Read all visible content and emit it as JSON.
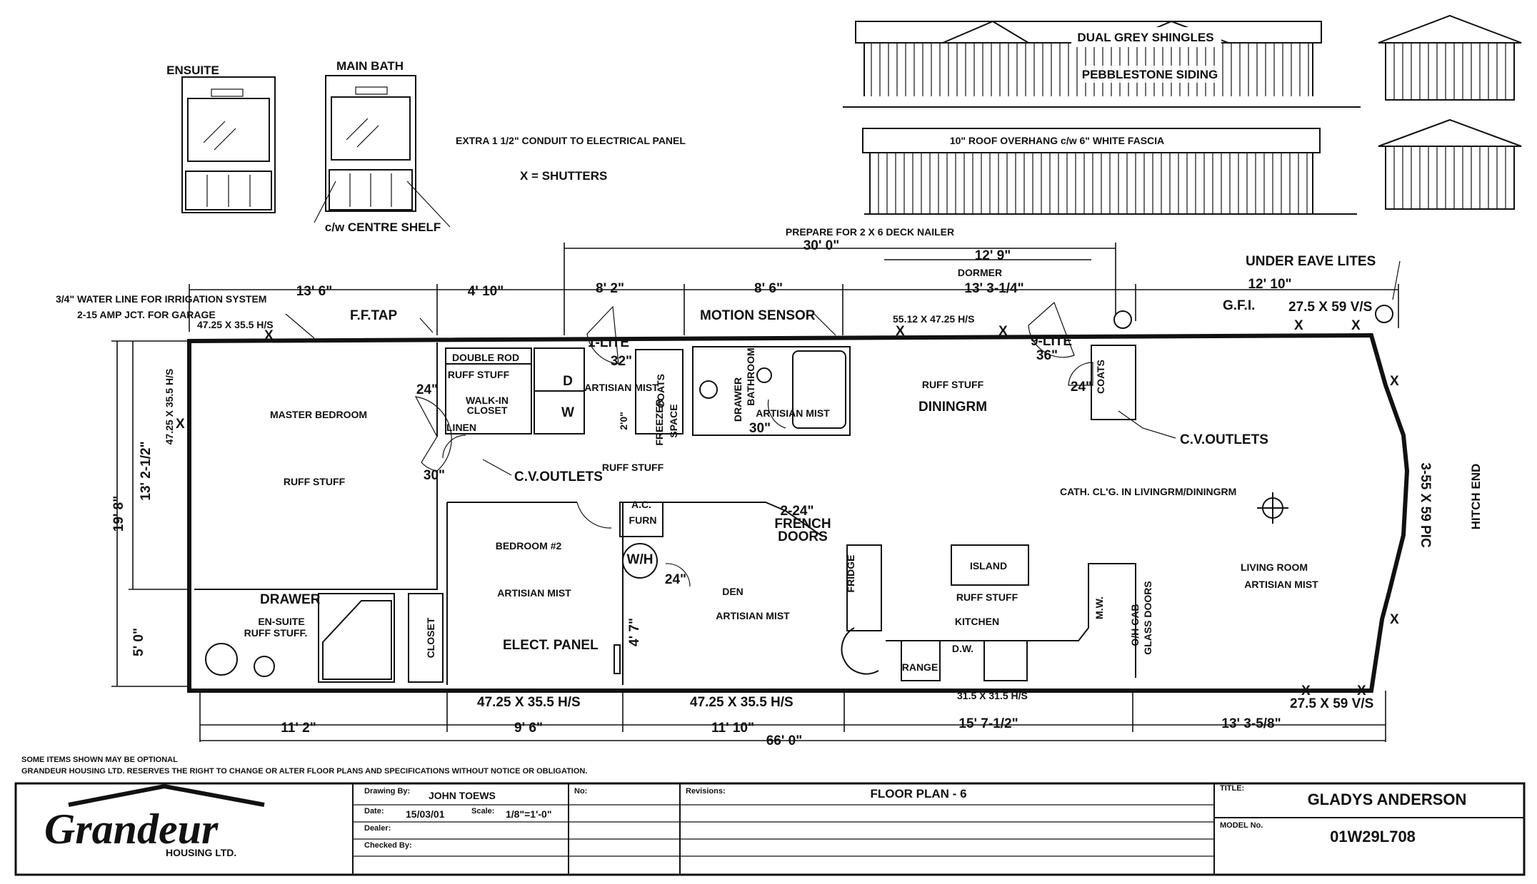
{
  "vanities": {
    "ensuite": "ENSUITE",
    "main_bath": "MAIN BATH",
    "centre_shelf": "c/w CENTRE SHELF"
  },
  "notes": {
    "conduit": "EXTRA 1 1/2\" CONDUIT TO ELECTRICAL PANEL",
    "shutters": "X = SHUTTERS",
    "deck_nailer": "PREPARE FOR 2 X 6 DECK NAILER",
    "water_line": "3/4\" WATER LINE FOR IRRIGATION SYSTEM",
    "garage_jct": "2-15 AMP JCT. FOR GARAGE",
    "ff_tap": "F.F.TAP",
    "motion_sensor": "MOTION SENSOR",
    "under_eave": "UNDER EAVE LITES",
    "gfi": "G.F.I.",
    "hitch_end": "HITCH END",
    "optional": "SOME ITEMS SHOWN MAY BE OPTIONAL",
    "disclaimer": "GRANDEUR HOUSING LTD. RESERVES THE RIGHT TO CHANGE OR ALTER FLOOR PLANS AND SPECIFICATIONS WITHOUT NOTICE OR OBLIGATION."
  },
  "elevations": {
    "shingles": "DUAL GREY SHINGLES",
    "siding": "PEBBLESTONE SIDING",
    "overhang": "10\" ROOF OVERHANG c/w 6\" WHITE FASCIA"
  },
  "dimensions": {
    "top_overall": "30' 0\"",
    "top_13_6": "13' 6\"",
    "top_4_10": "4' 10\"",
    "top_8_2": "8' 2\"",
    "top_8_6": "8' 6\"",
    "top_12_9": "12' 9\"",
    "dormer": "DORMER",
    "top_13_3": "13' 3-1/4\"",
    "top_12_10": "12' 10\"",
    "left_19_8": "19' 8\"",
    "left_13_2": "13' 2-1/2\"",
    "left_5_0": "5' 0\"",
    "bot_11_2": "11' 2\"",
    "bot_9_6": "9' 6\"",
    "bot_11_10": "11' 10\"",
    "bot_15_7": "15' 7-1/2\"",
    "bot_13_3": "13' 3-5/8\"",
    "bot_overall": "66' 0\""
  },
  "windows": {
    "w_top_left": "47.25 X 35.5 H/S",
    "w_left_side": "47.25 X 35.5 H/S",
    "w_dining": "55.12 X 47.25 H/S",
    "w_living_top": "27.5 X 59 V/S",
    "w_hitch": "3-55 X 59 PIC",
    "w_bed2": "47.25 X 35.5 H/S",
    "w_den": "47.25 X 35.5 H/S",
    "w_kitchen": "31.5 X 31.5 H/S",
    "w_living_bot": "27.5 X 59 V/S"
  },
  "rooms": {
    "master": "MASTER BEDROOM",
    "master_finish": "RUFF STUFF",
    "double_rod": "DOUBLE ROD",
    "walkin_finish": "RUFF STUFF",
    "walkin": "WALK-IN",
    "closet": "CLOSET",
    "linen": "LINEN",
    "d": "D",
    "w": "W",
    "lite1": "1-LITE",
    "lite1_size": "32\"",
    "artisian_hall": "ARTISIAN MIST",
    "freezer": "FREEZER",
    "space": "SPACE",
    "coats1": "COATS",
    "size_2_0": "2'0\"",
    "drawer_bath": "DRAWER",
    "bathroom": "BATHROOM",
    "bath_finish": "ARTISIAN MIST",
    "bath_door": "30\"",
    "lite9": "9-LITE",
    "lite9_size": "36\"",
    "coats2": "COATS",
    "coats2_door": "24\"",
    "dining_finish": "RUFF STUFF",
    "dining": "DININGRM",
    "cv_outlets_right": "C.V.OUTLETS",
    "cath_clg": "CATH. CL'G. IN LIVINGRM/DININGRM",
    "hall_door": "30\"",
    "cv_outlets_hall": "C.V.OUTLETS",
    "hall_finish": "RUFF STUFF",
    "closet_door": "24\"",
    "ac": "A.C.",
    "furn": "FURN",
    "french": "2-24\"",
    "french2": "FRENCH",
    "french3": "DOORS",
    "bed2": "BEDROOM #2",
    "bed2_finish": "ARTISIAN MIST",
    "wh": "W/H",
    "wh_door": "24\"",
    "den": "DEN",
    "den_finish": "ARTISIAN MIST",
    "den_size": "4' 7\"",
    "elect": "ELECT. PANEL",
    "drawer_ens": "DRAWER",
    "ensuite": "EN-SUITE",
    "ensuite_finish": "RUFF STUFF.",
    "closet2": "CLOSET",
    "fridge": "FRIDGE",
    "island": "ISLAND",
    "kitchen_finish": "RUFF STUFF",
    "kitchen": "KITCHEN",
    "range": "RANGE",
    "dw": "D.W.",
    "mw": "M.W.",
    "oh_cab": "O/H CAB",
    "glass": "GLASS DOORS",
    "living": "LIVING ROOM",
    "living_finish": "ARTISIAN MIST",
    "x": "X"
  },
  "title_block": {
    "logo": "Grandeur",
    "logo_sub": "HOUSING LTD.",
    "drawn_by_label": "Drawing By:",
    "drawn_by": "JOHN TOEWS",
    "date_label": "Date:",
    "date": "15/03/01",
    "scale_label": "Scale:",
    "scale": "1/8\"=1'-0\"",
    "dealer_label": "Dealer:",
    "checked_label": "Checked By:",
    "no_label": "No:",
    "revisions_label": "Revisions:",
    "plan": "FLOOR PLAN - 6",
    "title_label": "TITLE:",
    "title": "GLADYS ANDERSON",
    "model_label": "MODEL No.",
    "model": "01W29L708"
  }
}
